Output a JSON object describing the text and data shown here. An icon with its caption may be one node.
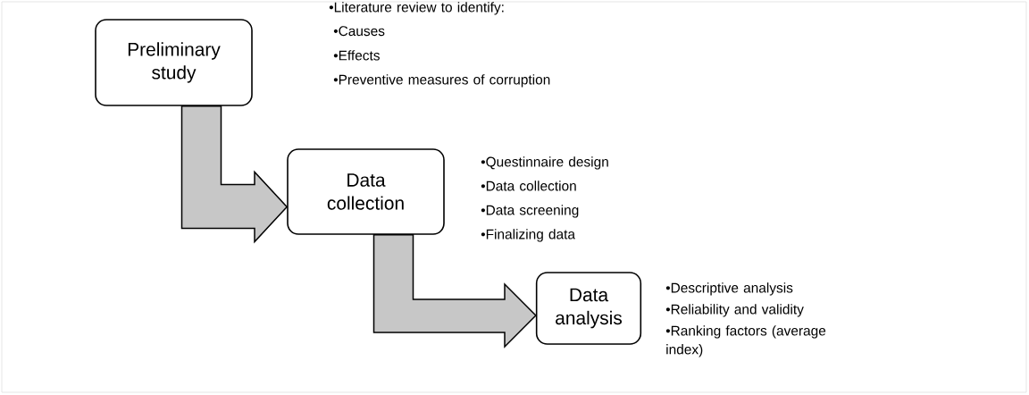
{
  "diagram": {
    "nodes": [
      {
        "text": [
          "Preliminary study"
        ],
        "beside": [
          "•Literature review to identify:",
          "•Causes",
          "•Effects",
          "•Preventive measures of corruption"
        ]
      },
      {
        "text": [
          "Data collection"
        ],
        "beside": [
          "•Questinnaire design",
          "•Data collection",
          "•Data screening",
          "•Finalizing data"
        ]
      },
      {
        "text": [
          "Data analysis"
        ],
        "beside": [
          "•Descriptive analysis",
          "•Reliability and validity",
          "•Ranking factors (average index)"
        ]
      }
    ],
    "edges": [
      {
        "from": 0,
        "to": 1,
        "arrow": "to"
      },
      {
        "from": 1,
        "to": 2,
        "arrow": "to"
      }
    ]
  }
}
